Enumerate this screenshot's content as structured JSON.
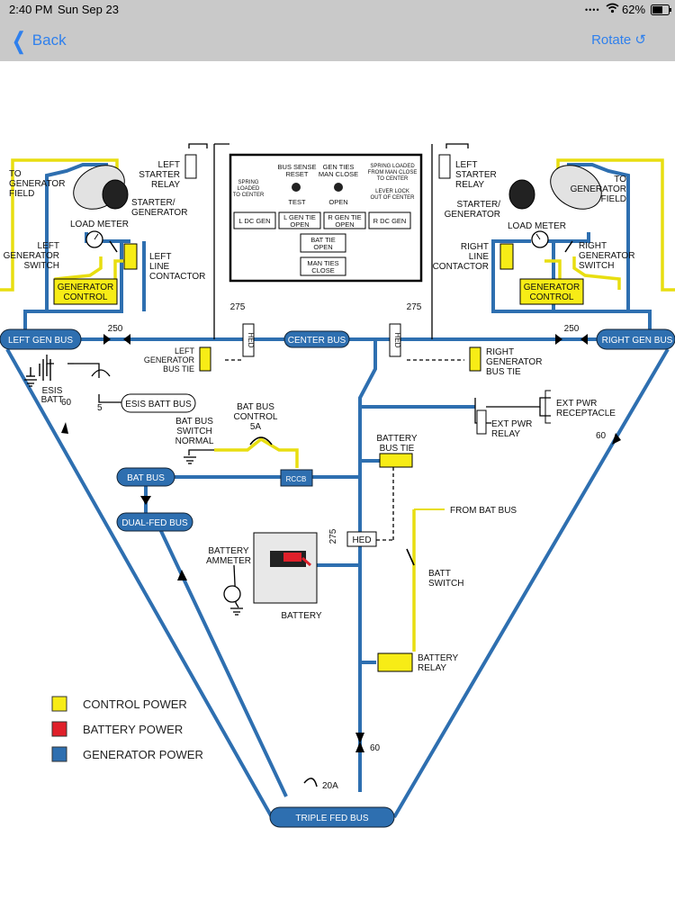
{
  "status_bar": {
    "time": "2:40 PM",
    "date": "Sun Sep 23",
    "battery_percent": "62%"
  },
  "nav": {
    "back_label": "Back",
    "rotate_label": "Rotate ↺"
  },
  "colors": {
    "control_power": "#f7ec16",
    "battery_power": "#e0202a",
    "generator_power": "#2e6fb0",
    "nav_accent": "#2f80ed"
  },
  "diagram": {
    "buses": {
      "left_gen_bus": "LEFT GEN BUS",
      "center_bus": "CENTER BUS",
      "right_gen_bus": "RIGHT GEN BUS",
      "esis_batt_bus": "ESIS BATT BUS",
      "bat_bus": "BAT BUS",
      "dual_fed_bus": "DUAL-FED BUS",
      "triple_fed_bus": "TRIPLE FED BUS"
    },
    "left_side": {
      "to_generator_field": [
        "TO",
        "GENERATOR",
        "FIELD"
      ],
      "starter_relay": [
        "LEFT",
        "STARTER",
        "RELAY"
      ],
      "starter_generator": [
        "STARTER/",
        "GENERATOR"
      ],
      "load_meter": "LOAD METER",
      "generator_switch": [
        "LEFT",
        "GENERATOR",
        "SWITCH"
      ],
      "line_contactor": [
        "LEFT",
        "LINE",
        "CONTACTOR"
      ],
      "generator_control": [
        "GENERATOR",
        "CONTROL"
      ],
      "bus_tie": [
        "LEFT",
        "GENERATOR",
        "BUS TIE"
      ]
    },
    "right_side": {
      "to_generator_field": [
        "TO",
        "GENERATOR",
        "FIELD"
      ],
      "starter_relay": [
        "LEFT",
        "STARTER",
        "RELAY"
      ],
      "starter_generator": [
        "STARTER/",
        "GENERATOR"
      ],
      "load_meter": "LOAD METER",
      "generator_switch": [
        "RIGHT",
        "GENERATOR",
        "SWITCH"
      ],
      "line_contactor": [
        "RIGHT",
        "LINE",
        "CONTACTOR"
      ],
      "generator_control": [
        "GENERATOR",
        "CONTROL"
      ],
      "bus_tie": [
        "RIGHT",
        "GENERATOR",
        "BUS TIE"
      ]
    },
    "control_panel": {
      "spring_loaded_left": [
        "SPRING",
        "LOADED",
        "TO CENTER"
      ],
      "bus_sense": [
        "BUS SENSE",
        "RESET"
      ],
      "gen_ties": [
        "GEN TIES",
        "MAN CLOSE"
      ],
      "spring_loaded_right": [
        "SPRING LOADED",
        "FROM MAN CLOSE",
        "TO CENTER"
      ],
      "lever_lock": [
        "LEVER LOCK",
        "OUT OF CENTER"
      ],
      "test": "TEST",
      "open": "OPEN",
      "l_dc_gen": "L DC GEN",
      "l_gen_tie": [
        "L GEN TIE",
        "OPEN"
      ],
      "r_gen_tie": [
        "R GEN TIE",
        "OPEN"
      ],
      "r_dc_gen": "R DC GEN",
      "bat_tie": [
        "BAT TIE",
        "OPEN"
      ],
      "man_ties": [
        "MAN TIES",
        "CLOSE"
      ]
    },
    "misc": {
      "val_275": "275",
      "val_250": "250",
      "val_60": "60",
      "val_5": "5",
      "val_20a": "20A",
      "hed": "HED",
      "esis_batt": [
        "ESIS",
        "BATT"
      ],
      "bat_bus_switch": [
        "BAT BUS",
        "SWITCH",
        "NORMAL"
      ],
      "bat_bus_control": [
        "BAT BUS",
        "CONTROL",
        "5A"
      ],
      "rccb": "RCCB",
      "battery_bus_tie": [
        "BATTERY",
        "BUS TIE"
      ],
      "ext_pwr_receptacle": [
        "EXT PWR",
        "RECEPTACLE"
      ],
      "ext_pwr_relay": [
        "EXT PWR",
        "RELAY"
      ],
      "from_bat_bus": "FROM BAT BUS",
      "batt_switch": [
        "BATT",
        "SWITCH"
      ],
      "battery_ammeter": [
        "BATTERY",
        "AMMETER"
      ],
      "battery": "BATTERY",
      "battery_relay": [
        "BATTERY",
        "RELAY"
      ]
    },
    "legend": [
      {
        "label": "CONTROL POWER",
        "color": "#f7ec16"
      },
      {
        "label": "BATTERY POWER",
        "color": "#e0202a"
      },
      {
        "label": "GENERATOR POWER",
        "color": "#2e6fb0"
      }
    ]
  }
}
